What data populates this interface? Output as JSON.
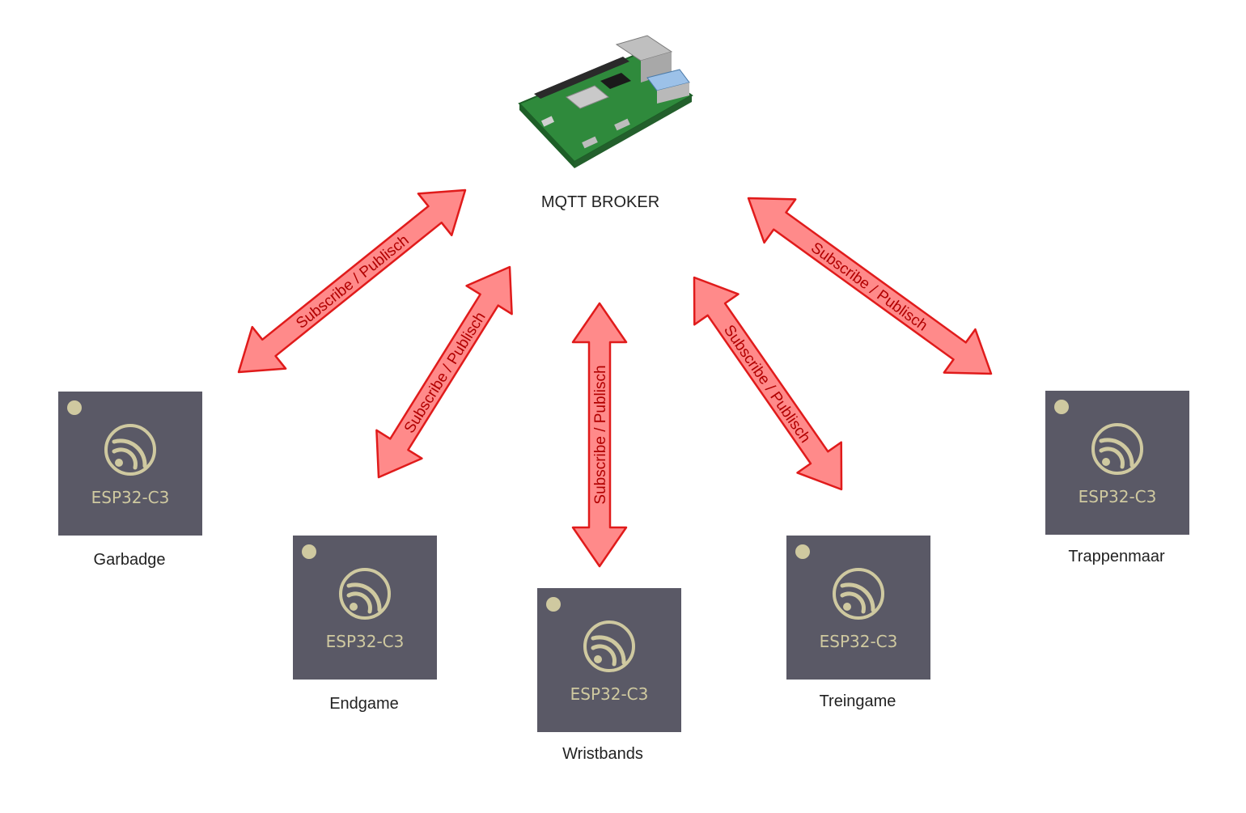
{
  "broker": {
    "label": "MQTT BROKER"
  },
  "chip_text": "ESP32-C3",
  "arrow_label": "Subscribe / Publisch",
  "nodes": [
    {
      "id": "garbadge",
      "label": "Garbadge"
    },
    {
      "id": "endgame",
      "label": "Endgame"
    },
    {
      "id": "wristbands",
      "label": "Wristbands"
    },
    {
      "id": "treingame",
      "label": "Treingame"
    },
    {
      "id": "trappenmaar",
      "label": "Trappenmaar"
    }
  ],
  "colors": {
    "arrow_fill": "#ff8a8a",
    "arrow_stroke": "#e01b1b",
    "chip_body": "#5a5966",
    "chip_logo": "#cfc9a0",
    "board_green": "#2f8a3c"
  }
}
